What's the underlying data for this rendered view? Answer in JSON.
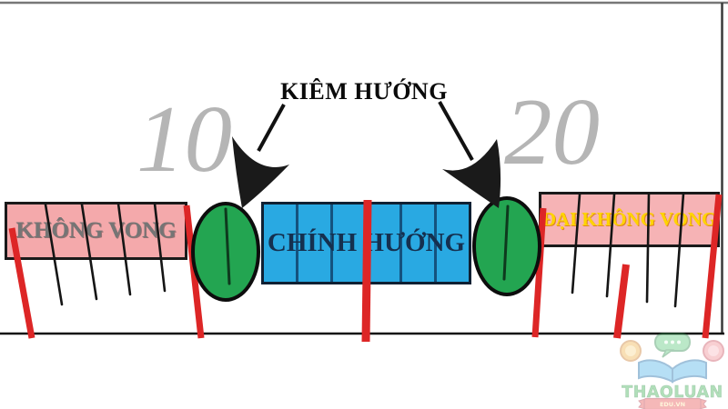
{
  "title": {
    "text": "KIÊM HƯỚNG"
  },
  "scale_numbers": {
    "left": "10",
    "right": "20"
  },
  "boxes": {
    "left": {
      "label": "KHÔNG VONG"
    },
    "center": {
      "label": "CHÍNH HƯỚNG",
      "cells": 6
    },
    "right": {
      "label": "ĐẠI KHÔNG VONG"
    }
  },
  "markers": {
    "green_ovals": 2,
    "left_tick_lines": 4,
    "right_tick_lines": 4,
    "red_boundary_lines": 6
  },
  "watermark": {
    "name": "THAOLUAN",
    "ribbon": "EDU.VN"
  },
  "colors": {
    "pink_left": "#f4a9ab",
    "pink_right": "#f6b3b5",
    "blue_fill": "#29a9e2",
    "blue_text": "#15304f",
    "green_oval": "#23a551",
    "red_line": "#dd2626",
    "number_gray": "#b5b5b5",
    "left_label_gray": "#757575",
    "right_label_yellow": "#ffd400",
    "ink": "#151515"
  }
}
